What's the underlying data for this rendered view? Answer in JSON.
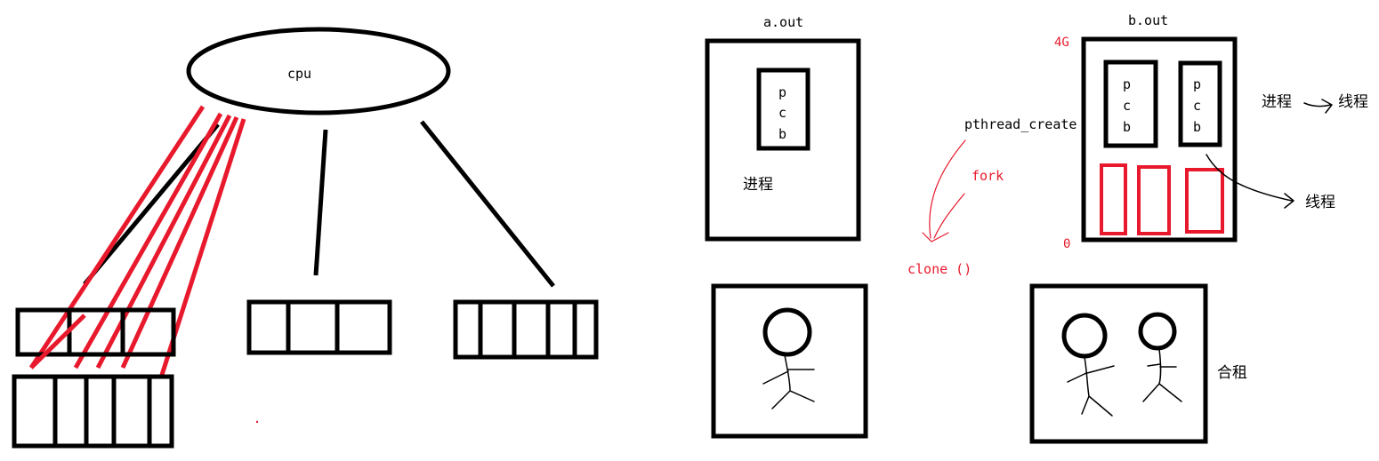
{
  "cpu": {
    "label": "cpu"
  },
  "a_out": {
    "title": "a.out",
    "pcb_letters": [
      "p",
      "c",
      "b"
    ],
    "process_label": "进程"
  },
  "b_out": {
    "title": "b.out",
    "addr_top": "4G",
    "addr_bottom": "0",
    "pcb_letters": [
      "p",
      "c",
      "b"
    ],
    "process_to_thread": {
      "from": "进程",
      "to": "线程"
    },
    "thread_label": "线程"
  },
  "syscalls": {
    "pthread_create": "pthread_create",
    "fork": "fork",
    "clone": "clone ()"
  },
  "shared_rent_label": "合租",
  "colors": {
    "ink": "#000000",
    "accent_red": "#e8192c"
  }
}
